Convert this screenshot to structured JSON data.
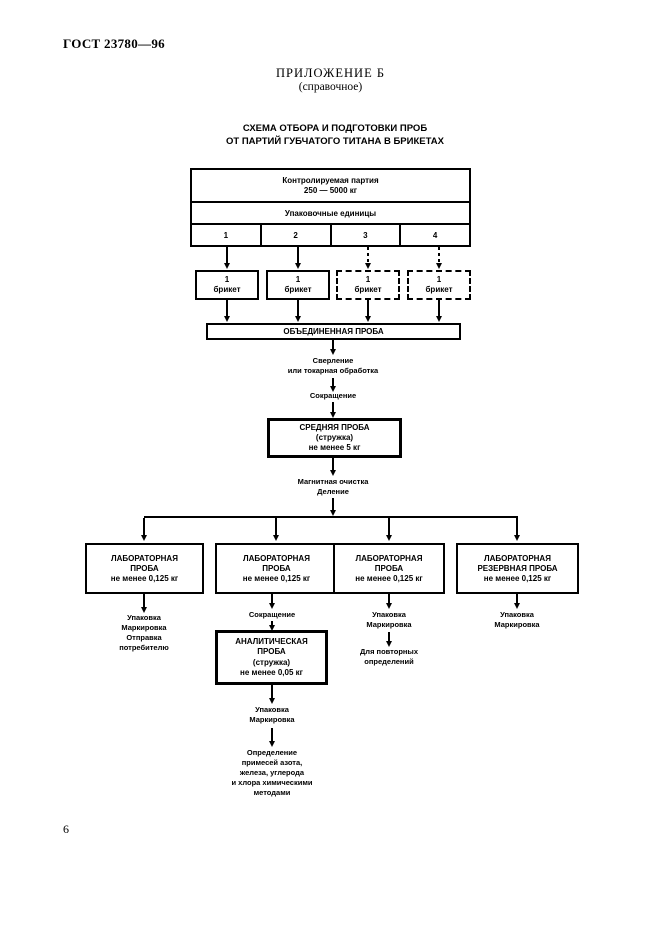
{
  "page": {
    "gost_number": "ГОСТ 23780—96",
    "appendix": {
      "title": "ПРИЛОЖЕНИЕ Б",
      "subtitle": "(справочное)"
    },
    "page_number": "6"
  },
  "diagram": {
    "title": "СХЕМА ОТБОРА И ПОДГОТОВКИ ПРОБ\nОТ ПАРТИЙ ГУБЧАТОГО ТИТАНА В БРИКЕТАХ",
    "batch_box": {
      "controlled_lot": "Контролируемая партия\n250 — 5000 кг",
      "packing_units": "Упаковочные единицы",
      "unit_numbers": [
        "1",
        "2",
        "3",
        "4"
      ]
    },
    "briquettes": [
      "1\nбрикет",
      "1\nбрикет",
      "1\nбрикет",
      "1\nбрикет"
    ],
    "combined_sample": "ОБЪЕДИНЕННАЯ ПРОБА",
    "steps": {
      "drilling": "Сверление\nили токарная обработка",
      "reduction": "Сокращение",
      "magnetic_division": "Магнитная очистка\nДеление",
      "reduction2": "Сокращение"
    },
    "average_sample": "СРЕДНЯЯ ПРОБА\n(стружка)\nне менее 5 кг",
    "lab_samples": [
      "ЛАБОРАТОРНАЯ\nПРОБА\nне менее 0,125 кг",
      "ЛАБОРАТОРНАЯ\nПРОБА\nне менее 0,125 кг",
      "ЛАБОРАТОРНАЯ\nПРОБА\nне менее 0,125 кг",
      "ЛАБОРАТОРНАЯ\nРЕЗЕРВНАЯ ПРОБА\nне менее 0,125 кг"
    ],
    "analytical_sample": "АНАЛИТИЧЕСКАЯ\nПРОБА\n(стружка)\nне менее 0,05 кг",
    "outcomes": {
      "ship": "Упаковка\nМаркировка\nОтправка\nпотребителю",
      "pack": "Упаковка\nМаркировка",
      "chemical": "Определение\nпримесей азота,\nжелеза, углерода\nи хлора химическими\nметодами",
      "repeat": "Для повторных\nопределений"
    }
  }
}
